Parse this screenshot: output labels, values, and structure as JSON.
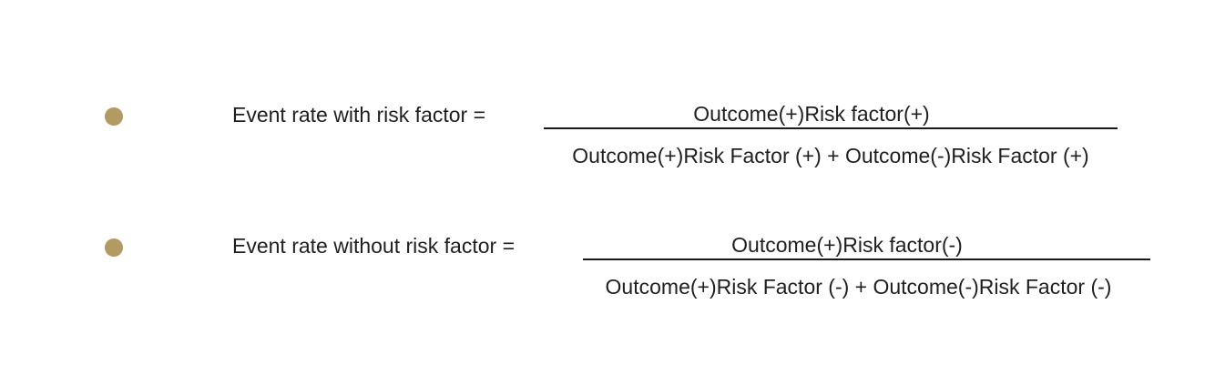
{
  "colors": {
    "background": "#ffffff",
    "text": "#1f1f1f",
    "bullet": "#b39a62",
    "fraction_bar": "#1a1a1a"
  },
  "formulas": [
    {
      "label": "Event rate with risk factor =",
      "numerator": "Outcome(+)Risk factor(+)",
      "denominator": "Outcome(+)Risk Factor (+) + Outcome(-)Risk Factor (+)"
    },
    {
      "label": "Event rate without risk factor =",
      "numerator": "Outcome(+)Risk factor(-)",
      "denominator": "Outcome(+)Risk Factor (-) + Outcome(-)Risk Factor (-)"
    }
  ]
}
